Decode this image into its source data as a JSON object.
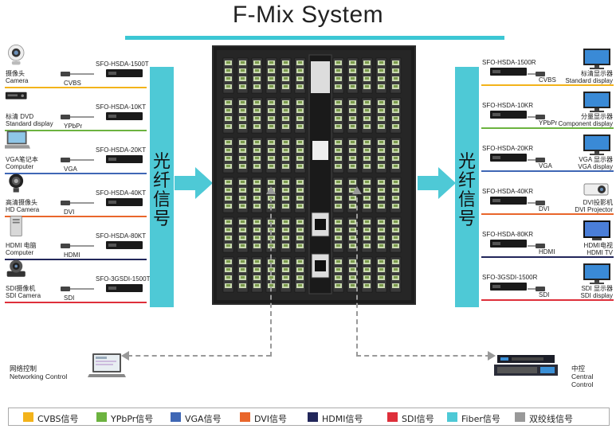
{
  "title": "F-Mix System",
  "fiber_text": "光纤信号",
  "fiber_chars": [
    "光",
    "纤",
    "信",
    "号"
  ],
  "left_sources": [
    {
      "cn": "摄像头",
      "en": "Camera",
      "signal": "CVBS",
      "model": "SFO-HSDA-1500T",
      "color": "#f3b31a",
      "icon": "webcam-icon"
    },
    {
      "cn": "标清 DVD",
      "en": "Standard display",
      "signal": "YPbPr",
      "model": "SFO-HSDA-10KT",
      "color": "#6cb33f",
      "icon": "dvd-player-icon"
    },
    {
      "cn": "VGA笔记本",
      "en": "Computer",
      "signal": "VGA",
      "model": "SFO-HSDA-20KT",
      "color": "#3f67b5",
      "icon": "laptop-icon"
    },
    {
      "cn": "高清摄像头",
      "en": "HD Camera",
      "signal": "DVI",
      "model": "SFO-HSDA-40KT",
      "color": "#e9662b",
      "icon": "hd-camera-icon"
    },
    {
      "cn": "HDMI 电脑",
      "en": "Computer",
      "signal": "HDMI",
      "model": "SFO-HSDA-80KT",
      "color": "#22265a",
      "icon": "pc-tower-icon"
    },
    {
      "cn": "SDI摄像机",
      "en": "SDI Camera",
      "signal": "SDI",
      "model": "SFO-3GSDI-1500T",
      "color": "#de2f3a",
      "icon": "ptz-camera-icon"
    }
  ],
  "right_outputs": [
    {
      "cn": "标清显示器",
      "en": "Standard display",
      "signal": "CVBS",
      "model": "SFO-HSDA-1500R",
      "color": "#f3b31a",
      "icon": "monitor-icon"
    },
    {
      "cn": "分量显示器",
      "en": "Component display",
      "signal": "YPbPr",
      "model": "SFO-HSDA-10KR",
      "color": "#6cb33f",
      "icon": "monitor-icon"
    },
    {
      "cn": "VGA 显示器",
      "en": "VGA display",
      "signal": "VGA",
      "model": "SFO-HSDA-20KR",
      "color": "#3f67b5",
      "icon": "monitor-icon"
    },
    {
      "cn": "DVI投影机",
      "en": "DVI Projector",
      "signal": "DVI",
      "model": "SFO-HSDA-40KR",
      "color": "#e9662b",
      "icon": "projector-icon"
    },
    {
      "cn": "HDMI电视",
      "en": "HDMI TV",
      "signal": "HDMI",
      "model": "SFO-HSDA-80KR",
      "color": "#22265a",
      "icon": "tv-icon"
    },
    {
      "cn": "SDI 显示器",
      "en": "SDI display",
      "signal": "SDI",
      "model": "SFO-3GSDI-1500R",
      "color": "#de2f3a",
      "icon": "monitor-icon"
    }
  ],
  "network_control": {
    "cn": "网络控制",
    "en": "Networking Control",
    "icon": "laptop-icon"
  },
  "central_control": {
    "cn": "中控",
    "en": "Central Control",
    "icon": "control-unit-icon"
  },
  "legend": [
    {
      "label": "CVBS信号",
      "color": "#f3b31a"
    },
    {
      "label": "YPbPr信号",
      "color": "#6cb33f"
    },
    {
      "label": "VGA信号",
      "color": "#3f67b5"
    },
    {
      "label": "DVI信号",
      "color": "#e9662b"
    },
    {
      "label": "HDMI信号",
      "color": "#22265a"
    },
    {
      "label": "SDI信号",
      "color": "#de2f3a"
    },
    {
      "label": "Fiber信号",
      "color": "#4ec9d6"
    },
    {
      "label": "双绞线信号",
      "color": "#999999"
    }
  ]
}
